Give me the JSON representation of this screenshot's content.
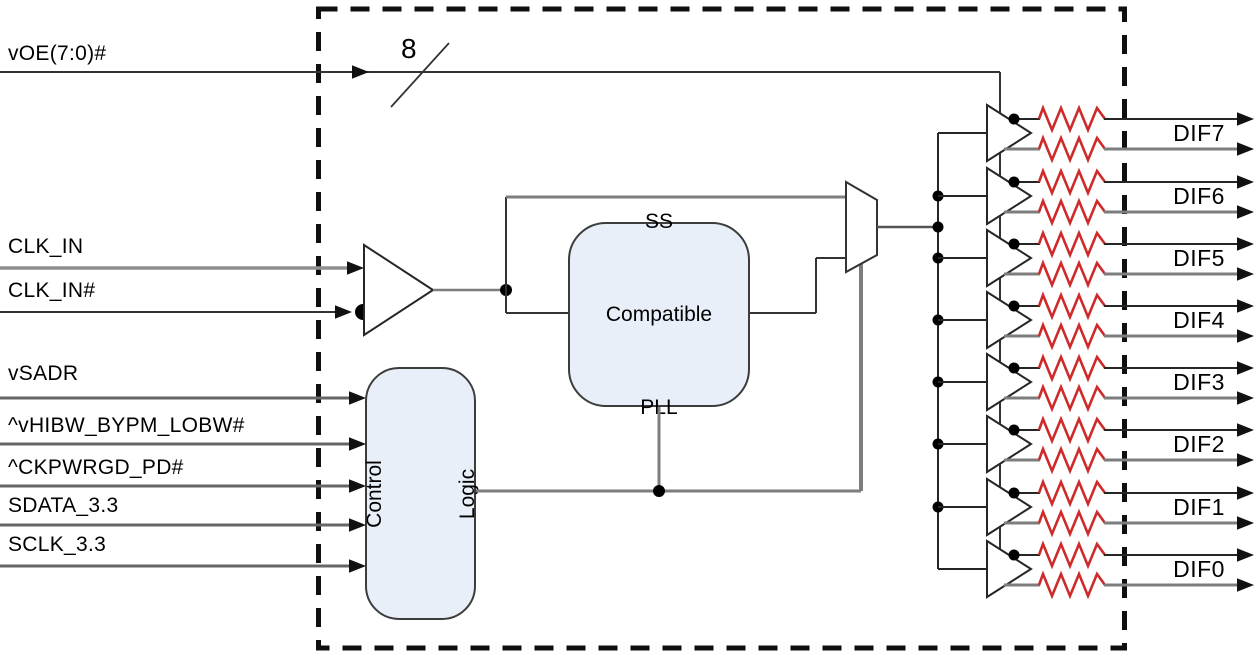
{
  "diagram": {
    "type": "clock-buffer-block-diagram",
    "bus_width_label": "8",
    "inputs": [
      {
        "label": "vOE(7:0)#"
      },
      {
        "label": "CLK_IN"
      },
      {
        "label": "CLK_IN#"
      },
      {
        "label": "vSADR"
      },
      {
        "label": "^vHIBW_BYPM_LOBW#"
      },
      {
        "label": "^CKPWRGD_PD#"
      },
      {
        "label": "SDATA_3.3"
      },
      {
        "label": "SCLK_3.3"
      }
    ],
    "outputs": [
      {
        "label": "DIF7"
      },
      {
        "label": "DIF6"
      },
      {
        "label": "DIF5"
      },
      {
        "label": "DIF4"
      },
      {
        "label": "DIF3"
      },
      {
        "label": "DIF2"
      },
      {
        "label": "DIF1"
      },
      {
        "label": "DIF0"
      }
    ],
    "blocks": {
      "pll": {
        "lines": [
          "SS",
          "Compatible",
          "PLL"
        ]
      },
      "control_logic": {
        "lines": [
          "Control",
          "Logic"
        ]
      }
    },
    "colors": {
      "block_fill": "#e9eff9",
      "block_border": "#3c3c3c",
      "wire_dark": "#262626",
      "wire_gray": "#7d7d7d",
      "resistor_red": "#cf2a2a",
      "chip_boundary": "#0f0f0f",
      "label_text": "#000000"
    }
  }
}
